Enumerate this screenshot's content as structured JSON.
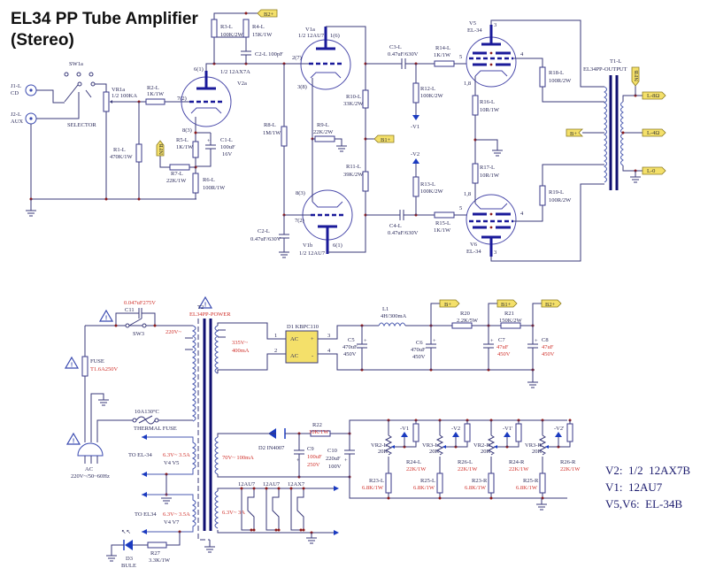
{
  "title": {
    "line1": "EL34 PP Tube Amplifier",
    "line2": "(Stereo)"
  },
  "legend": [
    "V2:  1/2  12AX7B",
    "V1:  12AU7",
    "V5,V6:  EL-34B"
  ],
  "inputs": {
    "j1": {
      "ref": "J1-L",
      "name": "CD"
    },
    "j2": {
      "ref": "J2-L",
      "name": "AUX"
    },
    "selector_switch": "SW1a",
    "selector_label": "SELECTOR",
    "volume": {
      "ref": "VR1a",
      "value": "1/2 100KA"
    }
  },
  "preamp": {
    "r2": {
      "ref": "R2-L",
      "value": "1K/1W"
    },
    "r1": {
      "ref": "R1-L",
      "value": "470K/1W"
    },
    "r3": {
      "ref": "R3-L",
      "value": "100K/2W"
    },
    "r4": {
      "ref": "R4-L",
      "value": "15K/1W"
    },
    "r5": {
      "ref": "R5-L",
      "value": "1K/1W"
    },
    "r6": {
      "ref": "R6-L",
      "value": "100R/1W"
    },
    "r7": {
      "ref": "R7-L",
      "value": "22K/1W"
    },
    "c1": {
      "ref": "C1-L",
      "value": "100uF",
      "voltage": "16V"
    },
    "c2": {
      "ref": "C2-L 100pF"
    },
    "v2a": {
      "ref": "V2a",
      "type": "1/2 12AX7A",
      "plate_pin": "6(1)",
      "grid_pin": "7(2)",
      "cathode_pin": "8(3)"
    },
    "nfb_tag": "NFB",
    "b2_tag": "B2+"
  },
  "driver": {
    "v1a": {
      "ref": "V1a",
      "type": "1/2 12AU7",
      "plate_pin": "1(6)",
      "grid_pin": "2(7)",
      "cathode_pin": "3(8)"
    },
    "v1b": {
      "ref": "V1b",
      "type": "1/2 12AU7",
      "plate_pin": "6(1)",
      "grid_pin": "7(2)",
      "cathode_pin": "8(3)"
    },
    "r8": {
      "ref": "R8-L",
      "value": "1M/1W"
    },
    "r9": {
      "ref": "R9-L",
      "value": "22K/2W"
    },
    "r10": {
      "ref": "R10-L",
      "value": "33K/2W"
    },
    "r11": {
      "ref": "R11-L",
      "value": "39K/2W"
    },
    "c2l": {
      "ref": "C2-L",
      "value": "0.47uF/630V"
    },
    "b1_tag": "B1+"
  },
  "output_stage": {
    "c3": {
      "ref": "C3-L",
      "value": "0.47uF/630V"
    },
    "c4": {
      "ref": "C4-L",
      "value": "0.47uF/630V"
    },
    "r12": {
      "ref": "R12-L",
      "value": "100K/2W"
    },
    "r13": {
      "ref": "R13-L",
      "value": "100K/2W"
    },
    "r14": {
      "ref": "R14-L",
      "value": "1K/1W"
    },
    "r15": {
      "ref": "R15-L",
      "value": "1K/1W"
    },
    "r16": {
      "ref": "R16-L",
      "value": "10R/1W"
    },
    "r17": {
      "ref": "R17-L",
      "value": "10R/1W"
    },
    "r18": {
      "ref": "R18-L",
      "value": "100R/2W"
    },
    "r19": {
      "ref": "R19-L",
      "value": "100R/2W"
    },
    "v5": {
      "ref": "V5",
      "type": "EL-34",
      "pins": [
        "3",
        "4",
        "5",
        "1,8"
      ]
    },
    "v6": {
      "ref": "V6",
      "type": "EL-34",
      "pins": [
        "3",
        "4",
        "5",
        "1,8"
      ]
    },
    "bias1": "-V1",
    "bias2": "-V2",
    "t1": {
      "ref": "T1-L",
      "type": "EL34PP-OUTPUT"
    },
    "bplus_tag": "B+",
    "out_tags": [
      "L-8Ω",
      "L-4Ω",
      "L-0"
    ],
    "nfb_tag": "NFB"
  },
  "power": {
    "c11": {
      "ref": "C11",
      "value": "0.047uF275V"
    },
    "sw3": "SW3",
    "fuse": {
      "ref": "FUSE",
      "value": "T1.6A250V"
    },
    "thermal_fuse": {
      "rating": "10A130°C",
      "label": "THERMAL FUSE"
    },
    "ac": {
      "ref": "AC",
      "value": "220V~/50~60Hz"
    },
    "t2": {
      "ref": "T2",
      "type": "EL34PP-POWER"
    },
    "primary": "220V~",
    "hv_secondary": {
      "voltage": "335V~",
      "current": "400mA"
    },
    "bias_secondary": "70V~ 100mA",
    "heater1": {
      "to": "TO EL-34",
      "rating": "6.3V~ 3.5A",
      "tubes": "V4 V5"
    },
    "heater2": {
      "to": "TO EL34",
      "rating": "6.3V~ 3.5A",
      "tubes": "V4 V7"
    },
    "heater3": {
      "rating": "6.3V~ 3A",
      "tubes": [
        "12AU7",
        "12AU7",
        "12AX7"
      ]
    },
    "d1": {
      "ref": "D1 KBPC110",
      "pins": [
        "1",
        "2",
        "3",
        "4"
      ],
      "ac": "AC",
      "plus": "+",
      "minus": "-"
    },
    "d2": "D2 IN4007",
    "d3": {
      "ref": "D3",
      "name": "BULE"
    },
    "r27": {
      "ref": "R27",
      "value": "3.3K/1W"
    },
    "c5": {
      "ref": "C5",
      "value": "470uF",
      "voltage": "450V"
    },
    "c6": {
      "ref": "C6",
      "value": "470uF",
      "voltage": "450V"
    },
    "c7": {
      "ref": "C7",
      "value": "47uF",
      "voltage": "450V"
    },
    "c8": {
      "ref": "C8",
      "value": "47uF",
      "voltage": "450V"
    },
    "l1": {
      "ref": "L1",
      "value": "4H/300mA"
    },
    "r20": {
      "ref": "R20",
      "value": "2.2K/5W"
    },
    "r21": {
      "ref": "R21",
      "value": "150K/2W"
    },
    "r22": {
      "ref": "R22",
      "value": "10K/1W"
    },
    "c9": {
      "ref": "C9",
      "value": "100uF",
      "voltage": "250V"
    },
    "c10": {
      "ref": "C10",
      "value": "220uF",
      "voltage": "100V"
    },
    "tags": [
      "B+",
      "B1+",
      "B2+"
    ]
  },
  "bias_network": [
    {
      "vr": "VR2-L",
      "vr_value": "20K",
      "bias": "-V1",
      "rtop": "R24-L",
      "rtop_value": "22K/1W",
      "rbot": "R23-L",
      "rbot_value": "6.8K/1W"
    },
    {
      "vr": "VR3-L",
      "vr_value": "20K",
      "bias": "-V2",
      "rtop": "R26-L",
      "rtop_value": "22K/1W",
      "rbot": "R25-L",
      "rbot_value": "6.8K/1W"
    },
    {
      "vr": "VR2-R",
      "vr_value": "20K",
      "bias": "-V1'",
      "rtop": "R24-R",
      "rtop_value": "22K/1W",
      "rbot": "R23-R",
      "rbot_value": "6.8K/1W"
    },
    {
      "vr": "VR3-R",
      "vr_value": "20K",
      "bias": "-V2'",
      "rtop": "R26-R",
      "rtop_value": "22K/1W",
      "rbot": "R25-R",
      "rbot_value": "6.8K/1W"
    }
  ]
}
